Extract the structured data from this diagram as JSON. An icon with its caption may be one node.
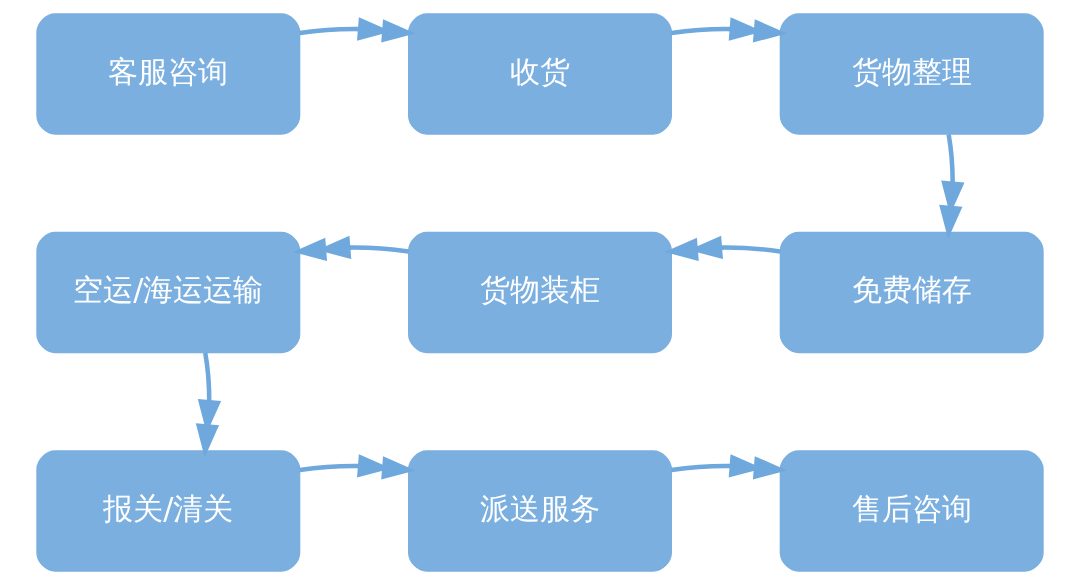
{
  "diagram": {
    "nodes": [
      {
        "text": [
          "客服咨询"
        ]
      },
      {
        "text": [
          "收货"
        ]
      },
      {
        "text": [
          "货物整理"
        ]
      },
      {
        "text": [
          "免费储存"
        ]
      },
      {
        "text": [
          "货物装柜"
        ]
      },
      {
        "text": [
          "空运/海运运输"
        ]
      },
      {
        "text": [
          "报关/清关"
        ]
      },
      {
        "text": [
          "派送服务"
        ]
      },
      {
        "text": [
          "售后咨询"
        ]
      }
    ],
    "edges": [
      {
        "from": 0,
        "to": 1,
        "arrow": "to"
      },
      {
        "from": 1,
        "to": 2,
        "arrow": "to"
      },
      {
        "from": 2,
        "to": 3,
        "arrow": "to"
      },
      {
        "from": 3,
        "to": 4,
        "arrow": "to"
      },
      {
        "from": 4,
        "to": 5,
        "arrow": "to"
      },
      {
        "from": 5,
        "to": 6,
        "arrow": "to"
      },
      {
        "from": 6,
        "to": 7,
        "arrow": "to"
      },
      {
        "from": 7,
        "to": 8,
        "arrow": "to"
      }
    ]
  }
}
